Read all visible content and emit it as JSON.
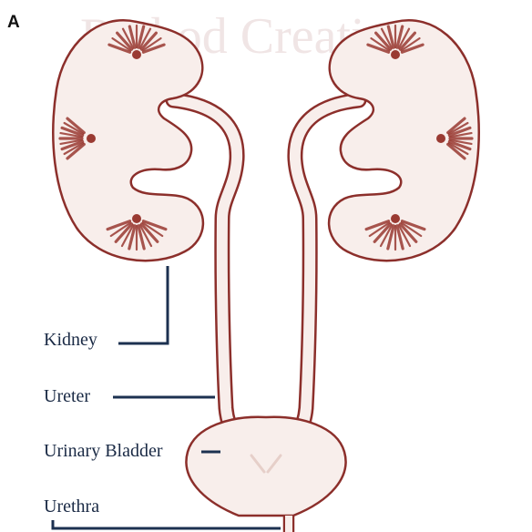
{
  "panel_letter": "A",
  "watermark": "Rathod Creations",
  "labels": {
    "kidney": "Kidney",
    "ureter": "Ureter",
    "bladder": "Urinary Bladder",
    "urethra": "Urethra"
  },
  "colors": {
    "outline": "#8c2f2b",
    "tissue_fill": "#f8eeeb",
    "medulla": "#9a3a32",
    "leader_line": "#1c3150"
  }
}
